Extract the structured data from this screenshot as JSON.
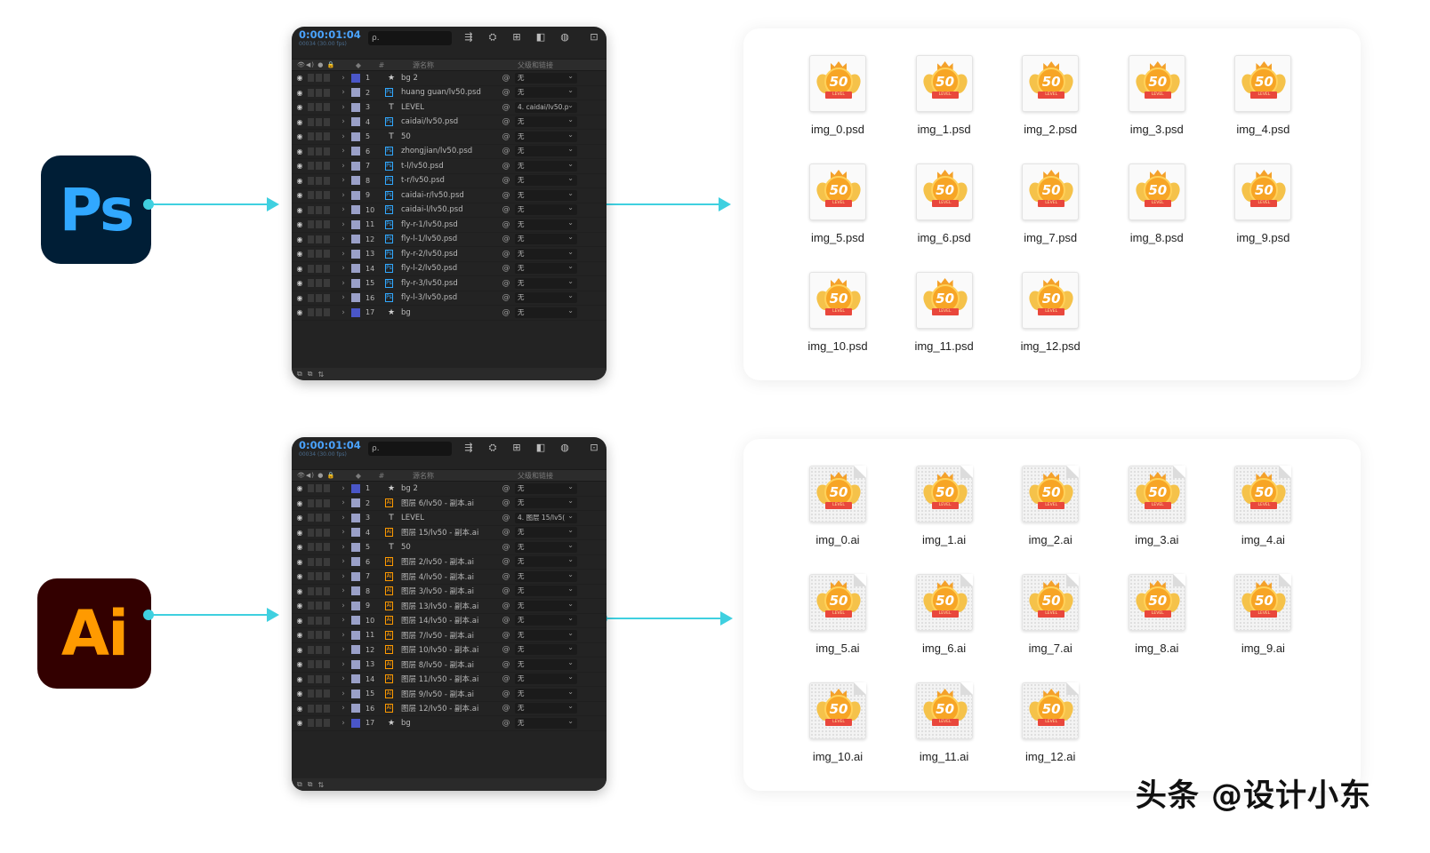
{
  "apps": {
    "photoshop": {
      "label": "Ps",
      "bg": "#001e36",
      "fg": "#31a8ff"
    },
    "illustrator": {
      "label": "Ai",
      "bg": "#330000",
      "fg": "#ff9a00"
    }
  },
  "colors": {
    "connector": "#3fd0e0",
    "ae_timecode": "#4aa3ff"
  },
  "ae_panels": [
    {
      "timecode": "0:00:01:04",
      "timecode_sub": "00034 (30.00 fps)",
      "search_placeholder": "ρ.",
      "tool_icons": [
        "draft-3d-icon",
        "shy-icon",
        "frame-blend-icon",
        "motion-blur-icon",
        "graph-editor-icon",
        "composition-icon"
      ],
      "columns": {
        "switches": "👁◀) ● 🔒",
        "label_icon": "tag-icon",
        "hash": "#",
        "source_name": "源名称",
        "parent": "父级和链接"
      },
      "layers": [
        {
          "num": "1",
          "type": "★",
          "kind": "solid",
          "name": "bg 2",
          "parent": "无",
          "label": "#4a56c8"
        },
        {
          "num": "2",
          "type": "Ps",
          "kind": "psd",
          "name": "huang guan/lv50.psd",
          "parent": "无",
          "label": "#9aa0c8"
        },
        {
          "num": "3",
          "type": "T",
          "kind": "text",
          "name": "LEVEL",
          "parent": "4. caidai/lv50.p",
          "label": "#9aa0c8"
        },
        {
          "num": "4",
          "type": "Ps",
          "kind": "psd",
          "name": "caidai/lv50.psd",
          "parent": "无",
          "label": "#9aa0c8"
        },
        {
          "num": "5",
          "type": "T",
          "kind": "text",
          "name": "50",
          "parent": "无",
          "label": "#9aa0c8"
        },
        {
          "num": "6",
          "type": "Ps",
          "kind": "psd",
          "name": "zhongjian/lv50.psd",
          "parent": "无",
          "label": "#9aa0c8"
        },
        {
          "num": "7",
          "type": "Ps",
          "kind": "psd",
          "name": "t-l/lv50.psd",
          "parent": "无",
          "label": "#9aa0c8"
        },
        {
          "num": "8",
          "type": "Ps",
          "kind": "psd",
          "name": "t-r/lv50.psd",
          "parent": "无",
          "label": "#9aa0c8"
        },
        {
          "num": "9",
          "type": "Ps",
          "kind": "psd",
          "name": "caidai-r/lv50.psd",
          "parent": "无",
          "label": "#9aa0c8"
        },
        {
          "num": "10",
          "type": "Ps",
          "kind": "psd",
          "name": "caidai-l/lv50.psd",
          "parent": "无",
          "label": "#9aa0c8"
        },
        {
          "num": "11",
          "type": "Ps",
          "kind": "psd",
          "name": "fly-r-1/lv50.psd",
          "parent": "无",
          "label": "#9aa0c8"
        },
        {
          "num": "12",
          "type": "Ps",
          "kind": "psd",
          "name": "fly-l-1/lv50.psd",
          "parent": "无",
          "label": "#9aa0c8"
        },
        {
          "num": "13",
          "type": "Ps",
          "kind": "psd",
          "name": "fly-r-2/lv50.psd",
          "parent": "无",
          "label": "#9aa0c8"
        },
        {
          "num": "14",
          "type": "Ps",
          "kind": "psd",
          "name": "fly-l-2/lv50.psd",
          "parent": "无",
          "label": "#9aa0c8"
        },
        {
          "num": "15",
          "type": "Ps",
          "kind": "psd",
          "name": "fly-r-3/lv50.psd",
          "parent": "无",
          "label": "#9aa0c8"
        },
        {
          "num": "16",
          "type": "Ps",
          "kind": "psd",
          "name": "fly-l-3/lv50.psd",
          "parent": "无",
          "label": "#9aa0c8"
        },
        {
          "num": "17",
          "type": "★",
          "kind": "solid",
          "name": "bg",
          "parent": "无",
          "label": "#4a56c8"
        }
      ],
      "bottom_icons": [
        "⧉",
        "⧉",
        "⇅"
      ]
    },
    {
      "timecode": "0:00:01:04",
      "timecode_sub": "00034 (30.00 fps)",
      "search_placeholder": "ρ.",
      "tool_icons": [
        "draft-3d-icon",
        "shy-icon",
        "frame-blend-icon",
        "motion-blur-icon",
        "graph-editor-icon",
        "composition-icon"
      ],
      "columns": {
        "switches": "👁◀) ● 🔒",
        "label_icon": "tag-icon",
        "hash": "#",
        "source_name": "源名称",
        "parent": "父级和链接"
      },
      "layers": [
        {
          "num": "1",
          "type": "★",
          "kind": "solid",
          "name": "bg 2",
          "parent": "无",
          "label": "#4a56c8"
        },
        {
          "num": "2",
          "type": "Ai",
          "kind": "ai",
          "name": "图层 6/lv50 - 副本.ai",
          "parent": "无",
          "label": "#9aa0c8"
        },
        {
          "num": "3",
          "type": "T",
          "kind": "text",
          "name": "LEVEL",
          "parent": "4. 图层 15/lv5(",
          "label": "#9aa0c8"
        },
        {
          "num": "4",
          "type": "Ai",
          "kind": "ai",
          "name": "图层 15/lv50 - 副本.ai",
          "parent": "无",
          "label": "#9aa0c8"
        },
        {
          "num": "5",
          "type": "T",
          "kind": "text",
          "name": "50",
          "parent": "无",
          "label": "#9aa0c8"
        },
        {
          "num": "6",
          "type": "Ai",
          "kind": "ai",
          "name": "图层 2/lv50 - 副本.ai",
          "parent": "无",
          "label": "#9aa0c8"
        },
        {
          "num": "7",
          "type": "Ai",
          "kind": "ai",
          "name": "图层 4/lv50 - 副本.ai",
          "parent": "无",
          "label": "#9aa0c8"
        },
        {
          "num": "8",
          "type": "Ai",
          "kind": "ai",
          "name": "图层 3/lv50 - 副本.ai",
          "parent": "无",
          "label": "#9aa0c8"
        },
        {
          "num": "9",
          "type": "Ai",
          "kind": "ai",
          "name": "图层 13/lv50 - 副本.ai",
          "parent": "无",
          "label": "#9aa0c8"
        },
        {
          "num": "10",
          "type": "Ai",
          "kind": "ai",
          "name": "图层 14/lv50 - 副本.ai",
          "parent": "无",
          "label": "#9aa0c8"
        },
        {
          "num": "11",
          "type": "Ai",
          "kind": "ai",
          "name": "图层 7/lv50 - 副本.ai",
          "parent": "无",
          "label": "#9aa0c8"
        },
        {
          "num": "12",
          "type": "Ai",
          "kind": "ai",
          "name": "图层 10/lv50 - 副本.ai",
          "parent": "无",
          "label": "#9aa0c8"
        },
        {
          "num": "13",
          "type": "Ai",
          "kind": "ai",
          "name": "图层 8/lv50 - 副本.ai",
          "parent": "无",
          "label": "#9aa0c8"
        },
        {
          "num": "14",
          "type": "Ai",
          "kind": "ai",
          "name": "图层 11/lv50 - 副本.ai",
          "parent": "无",
          "label": "#9aa0c8"
        },
        {
          "num": "15",
          "type": "Ai",
          "kind": "ai",
          "name": "图层 9/lv50 - 副本.ai",
          "parent": "无",
          "label": "#9aa0c8"
        },
        {
          "num": "16",
          "type": "Ai",
          "kind": "ai",
          "name": "图层 12/lv50 - 副本.ai",
          "parent": "无",
          "label": "#9aa0c8"
        },
        {
          "num": "17",
          "type": "★",
          "kind": "solid",
          "name": "bg",
          "parent": "无",
          "label": "#4a56c8"
        }
      ],
      "bottom_icons": [
        "⧉",
        "⧉",
        "⇅"
      ]
    }
  ],
  "file_groups": [
    {
      "kind": "psd",
      "badge_number": "50",
      "badge_ribbon": "LEVEL",
      "files": [
        "img_0.psd",
        "img_1.psd",
        "img_2.psd",
        "img_3.psd",
        "img_4.psd",
        "img_5.psd",
        "img_6.psd",
        "img_7.psd",
        "img_8.psd",
        "img_9.psd",
        "img_10.psd",
        "img_11.psd",
        "img_12.psd"
      ]
    },
    {
      "kind": "ai",
      "badge_number": "50",
      "badge_ribbon": "LEVEL",
      "files": [
        "img_0.ai",
        "img_1.ai",
        "img_2.ai",
        "img_3.ai",
        "img_4.ai",
        "img_5.ai",
        "img_6.ai",
        "img_7.ai",
        "img_8.ai",
        "img_9.ai",
        "img_10.ai",
        "img_11.ai",
        "img_12.ai"
      ]
    }
  ],
  "watermark": "头条 @设计小东"
}
